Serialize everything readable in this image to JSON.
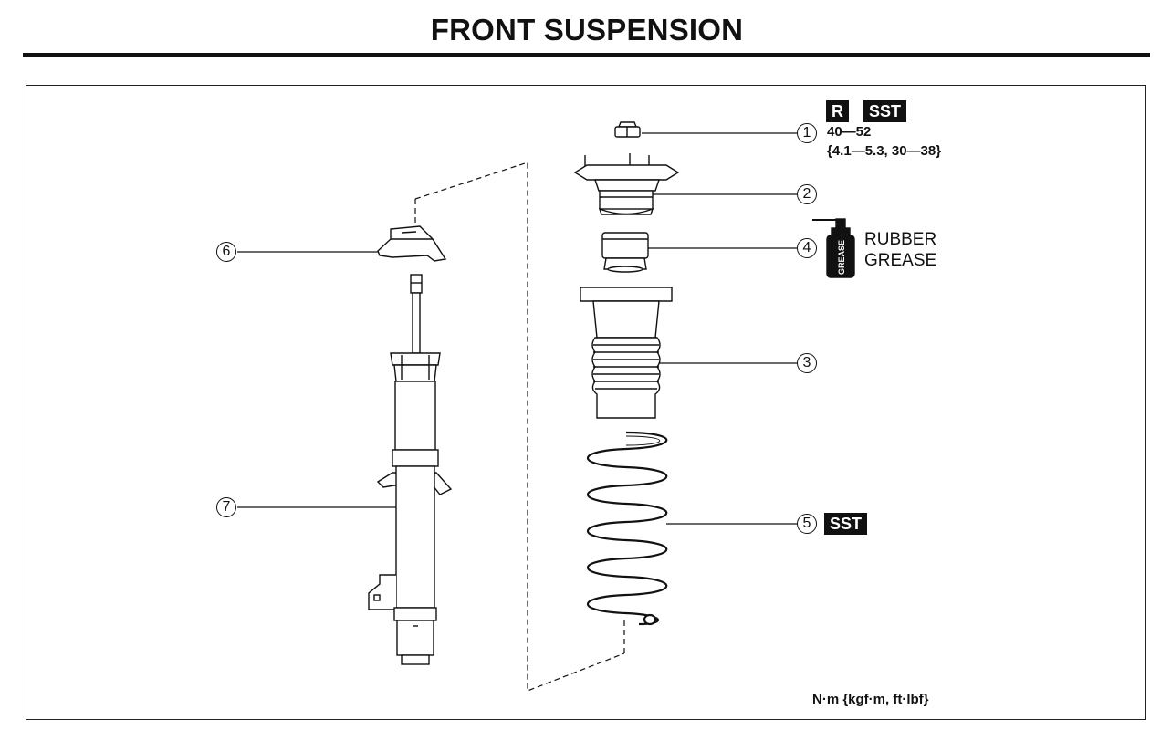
{
  "title": "FRONT SUSPENSION",
  "parts": [
    {
      "number": "1",
      "tags": [
        "R",
        "SST"
      ],
      "torque_nm": "40—52",
      "torque_alt": "{4.1—5.3, 30—38}"
    },
    {
      "number": "2"
    },
    {
      "number": "3"
    },
    {
      "number": "4",
      "note_line1": "RUBBER",
      "note_line2": "GREASE",
      "can_label": "GREASE"
    },
    {
      "number": "5",
      "tags": [
        "SST"
      ]
    },
    {
      "number": "6"
    },
    {
      "number": "7"
    }
  ],
  "units_note": "N·m {kgf·m, ft·lbf}"
}
